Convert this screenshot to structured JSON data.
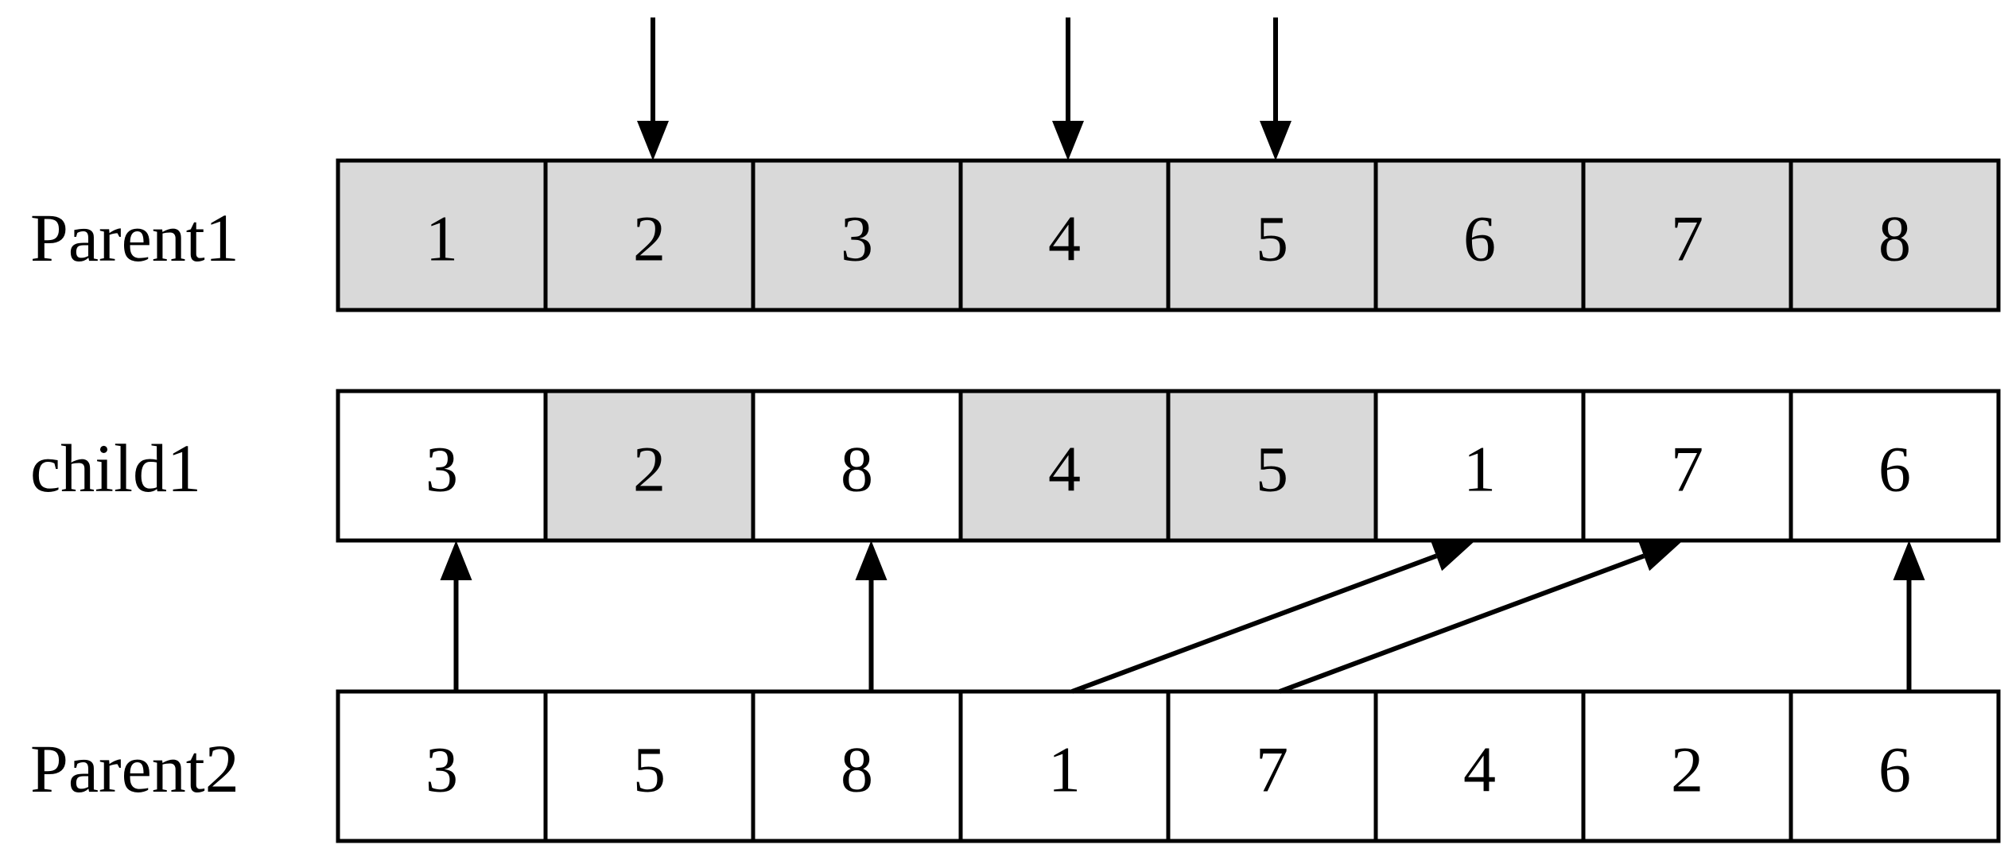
{
  "colors": {
    "selected_fill": "#d9d9d9",
    "plain_fill": "#ffffff",
    "stroke": "#000000"
  },
  "rows": [
    {
      "id": "parent1",
      "label": "Parent1",
      "cells": [
        {
          "value": "1",
          "selected": true
        },
        {
          "value": "2",
          "selected": true
        },
        {
          "value": "3",
          "selected": true
        },
        {
          "value": "4",
          "selected": true
        },
        {
          "value": "5",
          "selected": true
        },
        {
          "value": "6",
          "selected": true
        },
        {
          "value": "7",
          "selected": true
        },
        {
          "value": "8",
          "selected": true
        }
      ]
    },
    {
      "id": "child1",
      "label": "child1",
      "cells": [
        {
          "value": "3",
          "selected": false
        },
        {
          "value": "2",
          "selected": true
        },
        {
          "value": "8",
          "selected": false
        },
        {
          "value": "4",
          "selected": true
        },
        {
          "value": "5",
          "selected": true
        },
        {
          "value": "1",
          "selected": false
        },
        {
          "value": "7",
          "selected": false
        },
        {
          "value": "6",
          "selected": false
        }
      ]
    },
    {
      "id": "parent2",
      "label": "Parent2",
      "cells": [
        {
          "value": "3",
          "selected": false
        },
        {
          "value": "5",
          "selected": false
        },
        {
          "value": "8",
          "selected": false
        },
        {
          "value": "1",
          "selected": false
        },
        {
          "value": "7",
          "selected": false
        },
        {
          "value": "4",
          "selected": false
        },
        {
          "value": "2",
          "selected": false
        },
        {
          "value": "6",
          "selected": false
        }
      ]
    }
  ],
  "selection_markers": [
    1,
    3,
    4
  ],
  "transfers": [
    {
      "from_row": "parent2",
      "from_cell": 0,
      "to_row": "child1",
      "to_cell": 0
    },
    {
      "from_row": "parent2",
      "from_cell": 2,
      "to_row": "child1",
      "to_cell": 2
    },
    {
      "from_row": "parent2",
      "from_cell": 3,
      "to_row": "child1",
      "to_cell": 5
    },
    {
      "from_row": "parent2",
      "from_cell": 4,
      "to_row": "child1",
      "to_cell": 6
    },
    {
      "from_row": "parent2",
      "from_cell": 7,
      "to_row": "child1",
      "to_cell": 7
    }
  ]
}
